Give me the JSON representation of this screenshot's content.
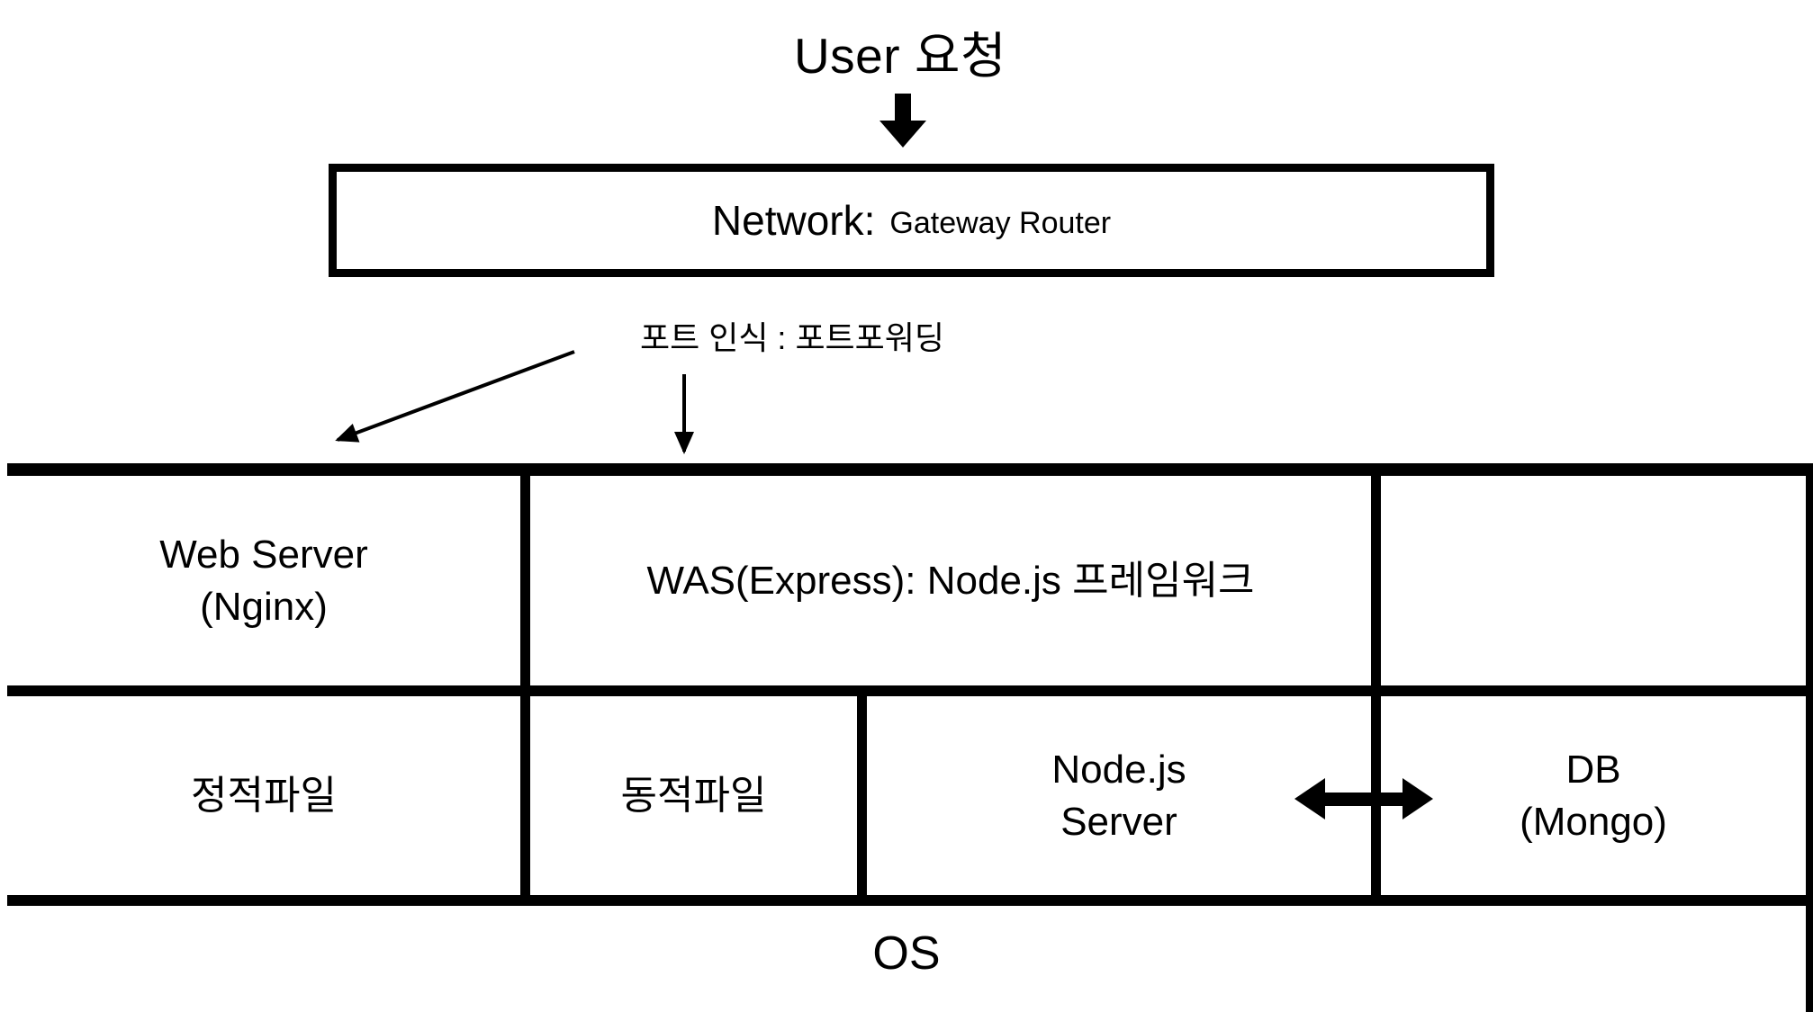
{
  "colors": {
    "ink": "#000000",
    "background": "#ffffff"
  },
  "flow": {
    "user_request": "User 요청",
    "network_title": "Network:",
    "network_subtitle": "Gateway Router",
    "port_label": "포트 인식 : 포트포워딩"
  },
  "stack": {
    "web_server": "Web Server\n(Nginx)",
    "was": "WAS(Express): Node.js 프레임워크",
    "static_files": "정적파일",
    "dynamic_files": "동적파일",
    "nodejs_server": "Node.js\nServer",
    "db": "DB\n(Mongo)",
    "os": "OS"
  }
}
